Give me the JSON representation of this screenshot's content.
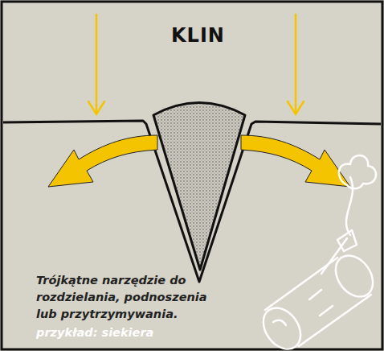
{
  "diagram": {
    "title": "KLIN",
    "labels": [
      "Trójkątne narzędzie do rozdzielania, podnoszenia lub przytrzymywania.",
      "przykład: siekiera"
    ]
  }
}
